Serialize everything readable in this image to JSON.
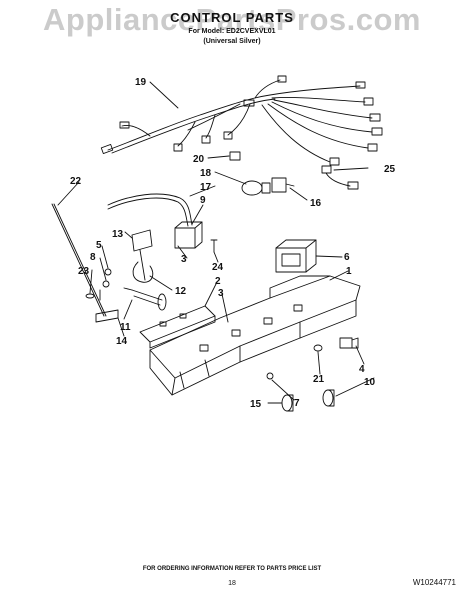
{
  "header": {
    "watermark": "AppliancePartsPros.com",
    "title": "CONTROL PARTS",
    "model_line": "For Model: ED2CVEXVL01",
    "variant_line": "(Universal Silver)"
  },
  "callouts": {
    "c1": "1",
    "c2": "2",
    "c3a": "3",
    "c3b": "3",
    "c4": "4",
    "c5": "5",
    "c6": "6",
    "c7": "7",
    "c8": "8",
    "c9": "9",
    "c10": "10",
    "c11": "11",
    "c12": "12",
    "c13": "13",
    "c14": "14",
    "c15": "15",
    "c16": "16",
    "c17": "17",
    "c18": "18",
    "c19": "19",
    "c20": "20",
    "c21": "21",
    "c22": "22",
    "c23": "23",
    "c24": "24",
    "c25": "25"
  },
  "footer": {
    "ordering_note": "FOR ORDERING INFORMATION REFER TO PARTS PRICE LIST",
    "page_number": "18",
    "document_number": "W10244771"
  }
}
